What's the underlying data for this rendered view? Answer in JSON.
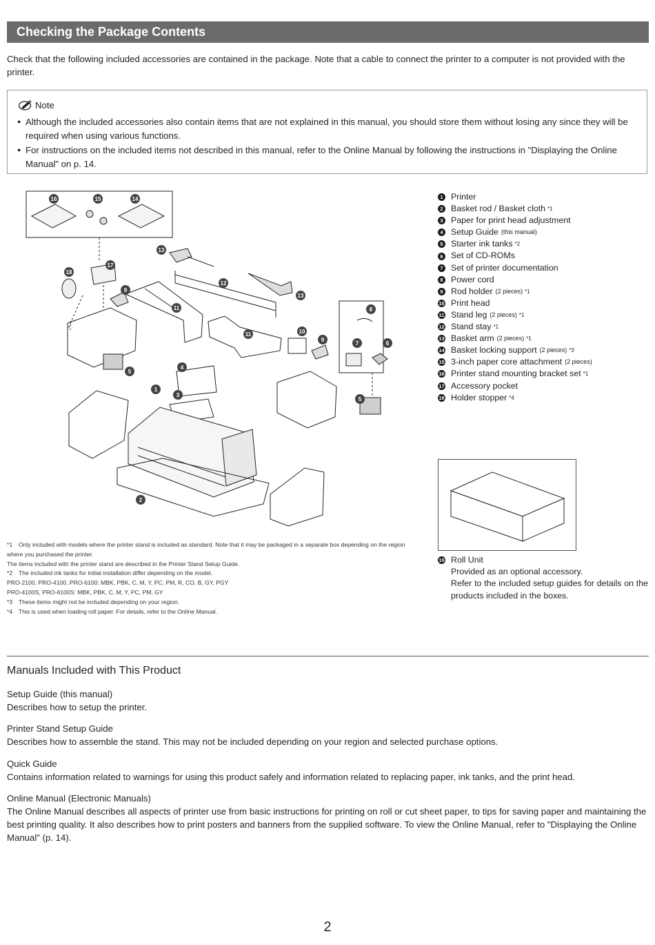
{
  "header": {
    "title": "Checking the Package Contents"
  },
  "intro": "Check that the following included accessories are contained in the package. Note that a cable to connect the printer to a computer is not provided with the printer.",
  "note": {
    "label": "Note",
    "items": [
      "Although the included accessories also contain items that are not explained in this manual, you should store them without losing any since they will be required when using various functions.",
      "For instructions on the included items not described in this manual, refer to the Online Manual by following the instructions in \"Displaying the Online Manual\" on p. 14."
    ]
  },
  "diagram_labels": [
    "1",
    "2",
    "3",
    "4",
    "5",
    "6",
    "7",
    "8",
    "9",
    "10",
    "11",
    "12",
    "13",
    "14",
    "15",
    "16",
    "17",
    "18"
  ],
  "parts": [
    {
      "num": "1",
      "name": "Printer",
      "qty": "",
      "mark": ""
    },
    {
      "num": "2",
      "name": "Basket rod / Basket cloth",
      "qty": "",
      "mark": "*1"
    },
    {
      "num": "3",
      "name": "Paper for print head adjustment",
      "qty": "",
      "mark": ""
    },
    {
      "num": "4",
      "name": "Setup Guide",
      "qty": "(this manual)",
      "mark": ""
    },
    {
      "num": "5",
      "name": "Starter ink tanks",
      "qty": "",
      "mark": "*2"
    },
    {
      "num": "6",
      "name": "Set of CD-ROMs",
      "qty": "",
      "mark": ""
    },
    {
      "num": "7",
      "name": "Set of printer documentation",
      "qty": "",
      "mark": ""
    },
    {
      "num": "8",
      "name": "Power cord",
      "qty": "",
      "mark": ""
    },
    {
      "num": "9",
      "name": "Rod holder",
      "qty": "(2 pieces)",
      "mark": "*1"
    },
    {
      "num": "10",
      "name": "Print head",
      "qty": "",
      "mark": ""
    },
    {
      "num": "11",
      "name": "Stand leg",
      "qty": "(2 pieces)",
      "mark": "*1"
    },
    {
      "num": "12",
      "name": "Stand stay",
      "qty": "",
      "mark": "*1"
    },
    {
      "num": "13",
      "name": "Basket arm",
      "qty": "(2 pieces)",
      "mark": "*1"
    },
    {
      "num": "14",
      "name": "Basket locking support",
      "qty": "(2 pieces)",
      "mark": "*3"
    },
    {
      "num": "15",
      "name": "3-inch paper core attachment",
      "qty": "(2 pieces)",
      "mark": ""
    },
    {
      "num": "16",
      "name": "Printer stand mounting bracket set",
      "qty": "",
      "mark": "*1"
    },
    {
      "num": "17",
      "name": "Accessory pocket",
      "qty": "",
      "mark": ""
    },
    {
      "num": "18",
      "name": "Holder stopper",
      "qty": "",
      "mark": "*4"
    }
  ],
  "roll_unit": {
    "num": "19",
    "name": "Roll Unit",
    "line1": "Provided as an optional accessory.",
    "line2": "Refer to the included setup guides for details on the products included in the boxes."
  },
  "footnotes": {
    "f1_mark": "*1",
    "f1_text": "Only included with models where the printer stand is included as standard. Note that it may be packaged in a separate box depending on the region",
    "f1_cont": "where you purchased the printer.",
    "f1_extra": "The items included with the printer stand are described in the Printer Stand Setup Guide.",
    "f2_mark": "*2",
    "f2_text": "The included ink tanks for initial installation differ depending on the model.",
    "f2_line1": "PRO-2100, PRO-4100, PRO-6100: MBK, PBK, C, M, Y, PC, PM, R, CO, B, GY, PGY",
    "f2_line2": "PRO-4100S, PRO-6100S: MBK, PBK, C, M, Y, PC, PM, GY",
    "f3_mark": "*3",
    "f3_text": "These items might not be included depending on your region.",
    "f4_mark": "*4",
    "f4_text": "This is used when loading roll paper. For details, refer to the Online Manual."
  },
  "manuals": {
    "title": "Manuals Included with This Product",
    "items": [
      {
        "title": "Setup Guide (this manual)",
        "desc": "Describes how to setup the printer."
      },
      {
        "title": "Printer Stand Setup Guide",
        "desc": "Describes how to assemble the stand. This may not be included depending on your region and selected purchase options."
      },
      {
        "title": "Quick Guide",
        "desc": "Contains information related to warnings for using this product safely and information related to replacing paper, ink tanks, and the print head."
      },
      {
        "title": "Online Manual (Electronic Manuals)",
        "desc": "The Online Manual describes all aspects of printer use from basic instructions for printing on roll or cut sheet paper, to tips for saving paper and maintaining the best printing quality. It also describes how to print posters and banners from the supplied software. To view the Online Manual, refer to \"Displaying the Online Manual\" (p. 14)."
      }
    ]
  },
  "page_number": "2"
}
